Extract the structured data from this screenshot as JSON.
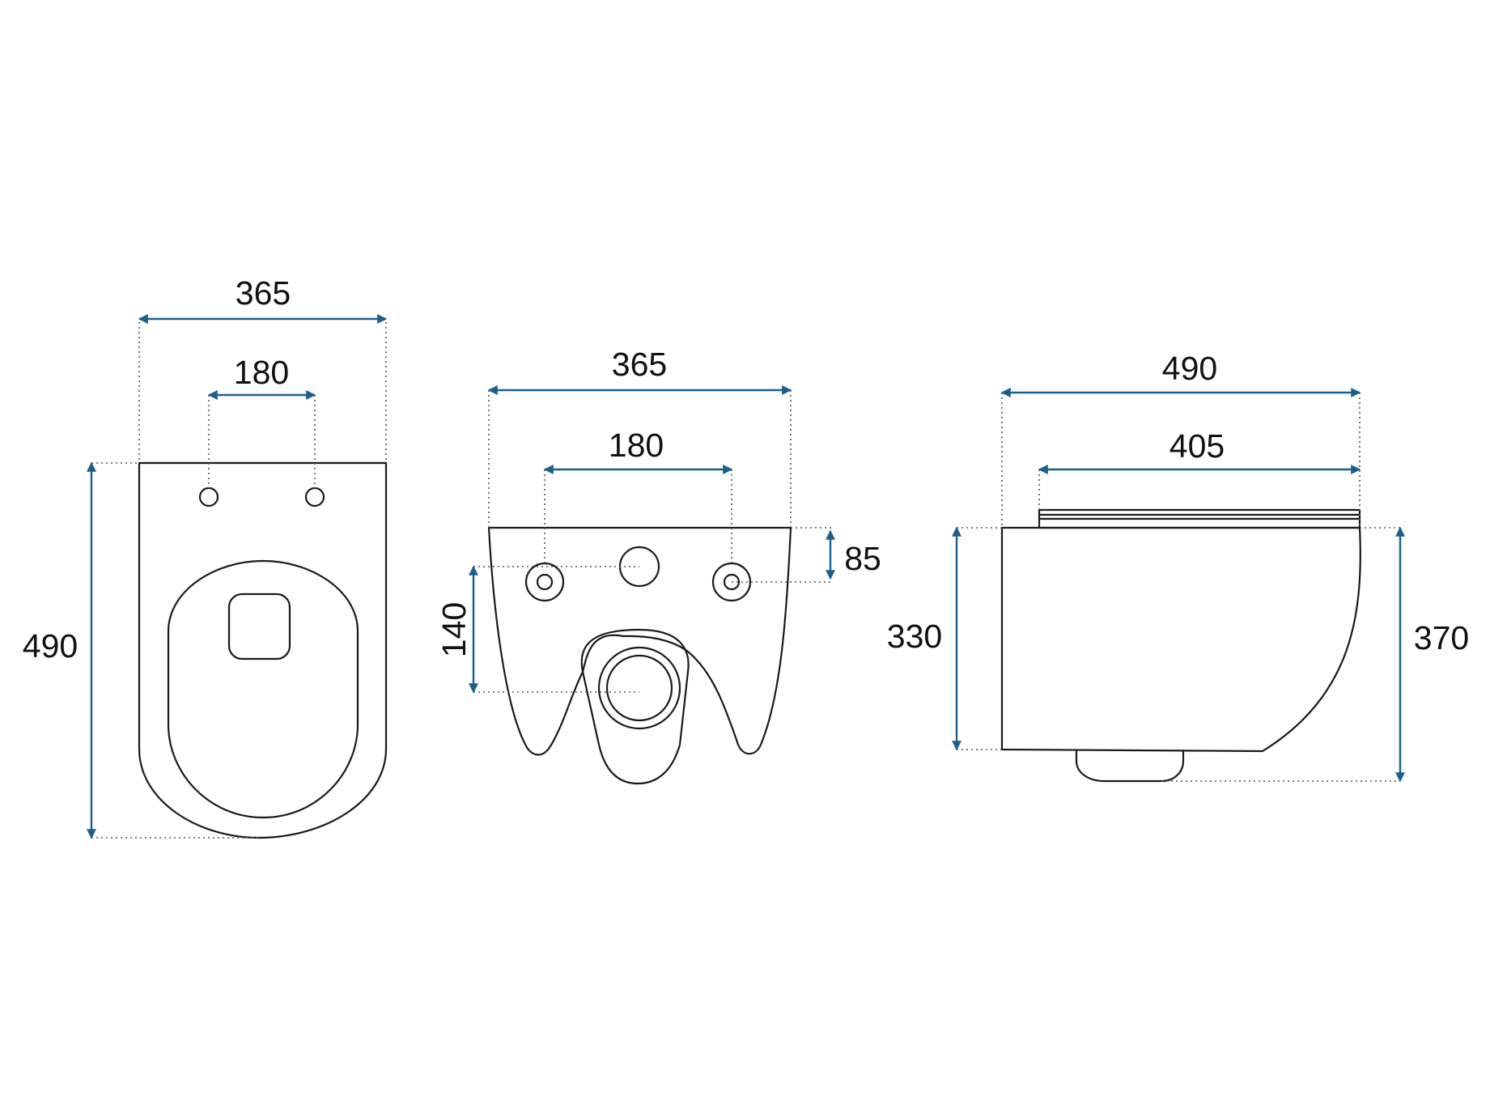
{
  "colors": {
    "dimension_line": "#1c5f8c",
    "outline": "#1a1a1a",
    "extension_line": "#555555",
    "background": "#ffffff"
  },
  "views": {
    "top": {
      "width_overall": "365",
      "seat_hole_spacing": "180",
      "length": "490"
    },
    "rear": {
      "width_overall": "365",
      "fixing_hole_spacing": "180",
      "fixing_hole_height": "85",
      "outlet_height": "140"
    },
    "side": {
      "length_overall": "490",
      "body_length": "405",
      "height_at_wall": "330",
      "height_overall": "370"
    }
  }
}
